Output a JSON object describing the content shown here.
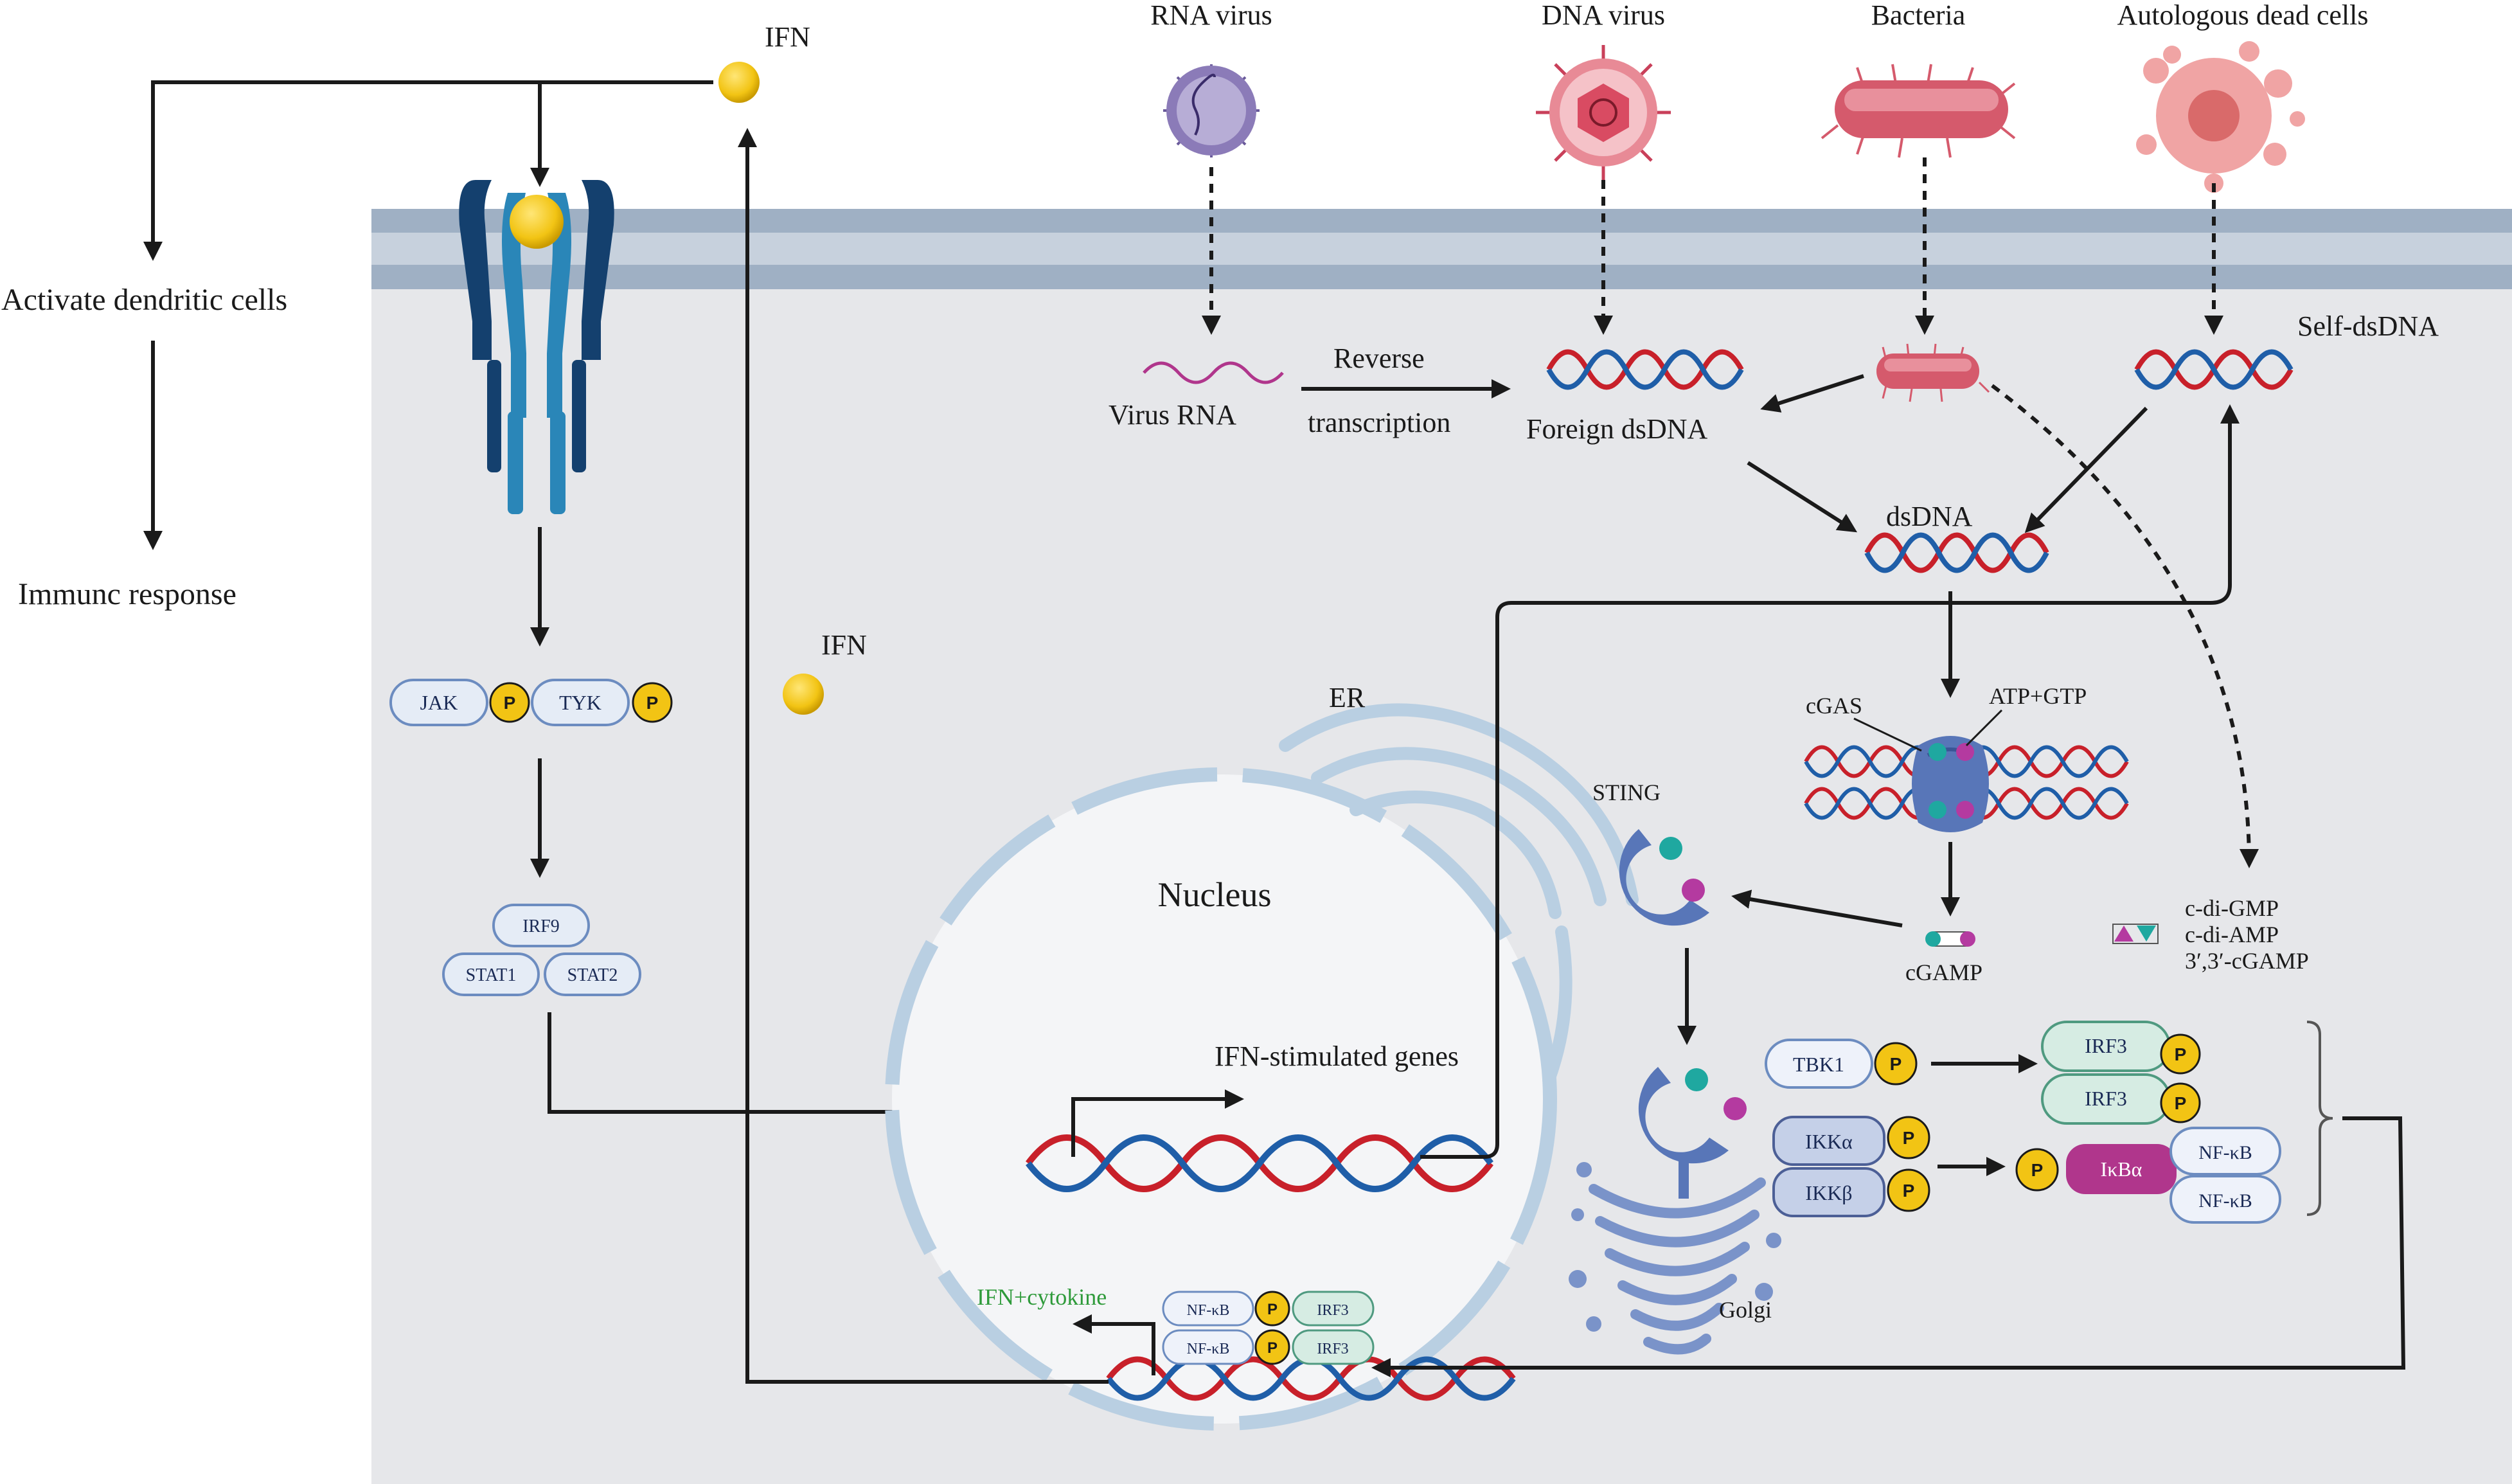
{
  "labels": {
    "ifn_top": "IFN",
    "ifn_mid": "IFN",
    "rna_virus": "RNA virus",
    "dna_virus": "DNA virus",
    "bacteria": "Bacteria",
    "dead_cells": "Autologous dead cells",
    "activate_dc": "Activate dendritic cells",
    "immune_response": "Immunc response",
    "virus_rna": "Virus RNA",
    "reverse": "Reverse",
    "transcription": "transcription",
    "foreign_dsdna": "Foreign dsDNA",
    "self_dsdna": "Self-dsDNA",
    "dsdna": "dsDNA",
    "er": "ER",
    "cgas": "cGAS",
    "atp_gtp": "ATP+GTP",
    "sting": "STING",
    "cgamp": "cGAMP",
    "cdn1": "c-di-GMP",
    "cdn2": "c-di-AMP",
    "cdn3": "3′,3′-cGAMP",
    "nucleus": "Nucleus",
    "isg": "IFN-stimulated genes",
    "ifn_cytokine": "IFN+cytokine",
    "golgi": "Golgi"
  },
  "proteins": {
    "jak": "JAK",
    "tyk": "TYK",
    "p": "P",
    "irf9": "IRF9",
    "stat1": "STAT1",
    "stat2": "STAT2",
    "tbk1": "TBK1",
    "irf3": "IRF3",
    "ikka": "IKKα",
    "ikkb": "IKKβ",
    "ikba": "IκBα",
    "nfkb": "NF-κB",
    "nfkb_small": "NF-κB",
    "irf3_small": "IRF3"
  },
  "colors": {
    "membrane": "#9fb0c4",
    "cytoplasm": "#e6e7ea",
    "nucleus": "#f4f5f7",
    "ifn": "#f2c414",
    "receptor_dark": "#14406e",
    "receptor_light": "#2a86b8",
    "dna_red": "#c8202a",
    "dna_blue": "#1f5ea8",
    "bacteria": "#d55a6c",
    "virus_rna": "#8b7bb8",
    "virus_dna": "#c9405a",
    "dead_cell": "#f0a4a4",
    "sting": "#5876b8",
    "ikba": "#b0368c",
    "irf3_fill": "#d6ece3",
    "pill_fill": "#e5ecf6",
    "ifn_cytokine_text": "#2e9a3a"
  }
}
